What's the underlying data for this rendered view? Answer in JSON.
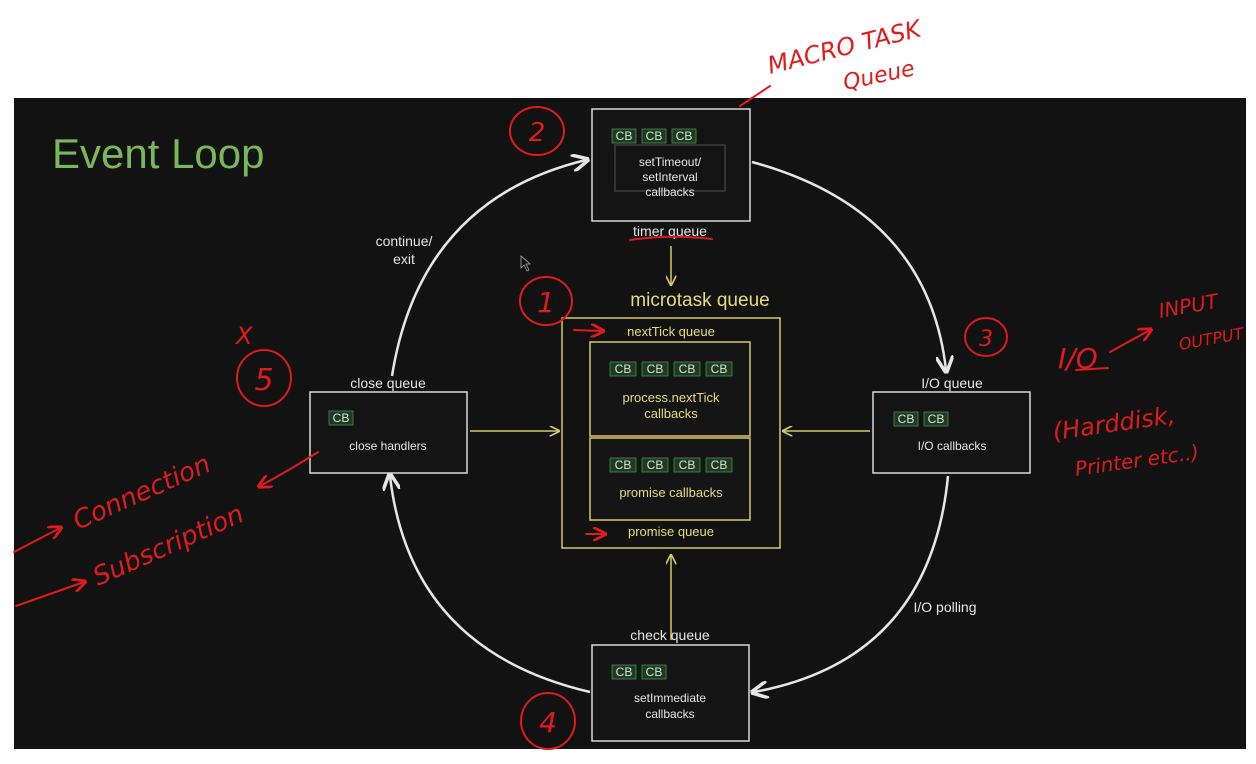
{
  "title": "Event Loop",
  "cb_label": "CB",
  "timer": {
    "queue_label": "timer queue",
    "line1": "setTimeout/",
    "line2": "setInterval",
    "line3": "callbacks"
  },
  "microtask": {
    "title": "microtask queue",
    "nexttick_label": "nextTick queue",
    "nexttick_line1": "process.nextTick",
    "nexttick_line2": "callbacks",
    "promise_text": "promise callbacks",
    "promise_label": "promise queue"
  },
  "io": {
    "queue_label": "I/O queue",
    "text": "I/O callbacks",
    "polling": "I/O polling"
  },
  "check": {
    "queue_label": "check queue",
    "line1": "setImmediate",
    "line2": "callbacks"
  },
  "close": {
    "queue_label": "close queue",
    "text": "close handlers"
  },
  "loop": {
    "line1": "continue/",
    "line2": "exit"
  },
  "annotations": {
    "macro_line1": "MACRO TASK",
    "macro_line2": "Queue",
    "num1": "1",
    "num2": "2",
    "num3": "3",
    "num4": "4",
    "num5": "5",
    "x_mark": "X",
    "io_abbr": "I/O",
    "io_input": "INPUT",
    "io_output": "OUTPUT",
    "hardware1": "(Harddisk,",
    "hardware2": "Printer etc..)",
    "connection": "Connection",
    "subscription": "Subscription"
  },
  "colors": {
    "title_green": "#79b85a",
    "yellow": "#d6c96a",
    "annotation_red": "#e01b1b",
    "cb_green": "#8fcf8f"
  }
}
